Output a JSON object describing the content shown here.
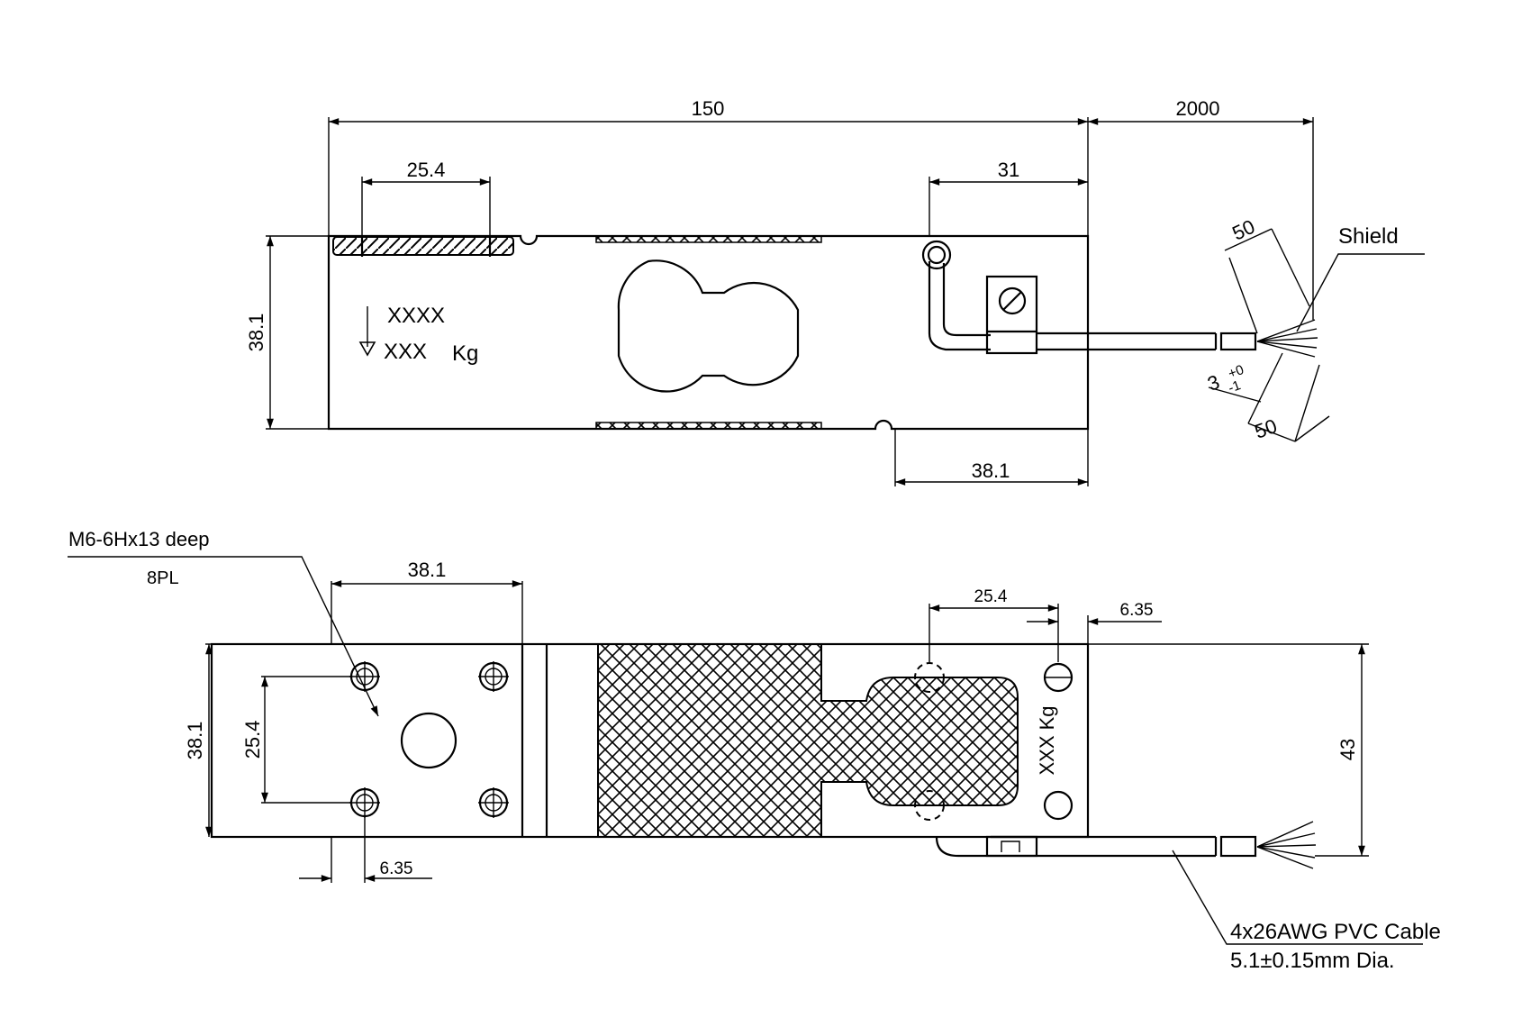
{
  "top_view": {
    "dim_length": "150",
    "dim_cable": "2000",
    "dim_hole_spacing": "25.4",
    "dim_cable_exit": "31",
    "dim_height": "38.1",
    "dim_bottom": "38.1",
    "dim_strip_a": "50",
    "dim_strip_b": "50",
    "dim_tin": "3",
    "dim_tin_tol_plus": "+0",
    "dim_tin_tol_minus": "-1",
    "label_shield": "Shield",
    "marking_line1": "XXXX",
    "marking_line2": "XXX",
    "marking_unit": "Kg"
  },
  "bottom_view": {
    "thread_note": "M6-6Hx13 deep",
    "thread_count": "8PL",
    "dim_width_top": "38.1",
    "dim_height": "38.1",
    "dim_hole_spacing_v": "25.4",
    "dim_edge": "6.35",
    "dim_hole_spacing_h": "25.4",
    "dim_edge_right": "6.35",
    "dim_total_height": "43",
    "marking": "XXX Kg",
    "cable_note_line1": "4x26AWG PVC Cable",
    "cable_note_line2": "5.1±0.15mm Dia."
  }
}
